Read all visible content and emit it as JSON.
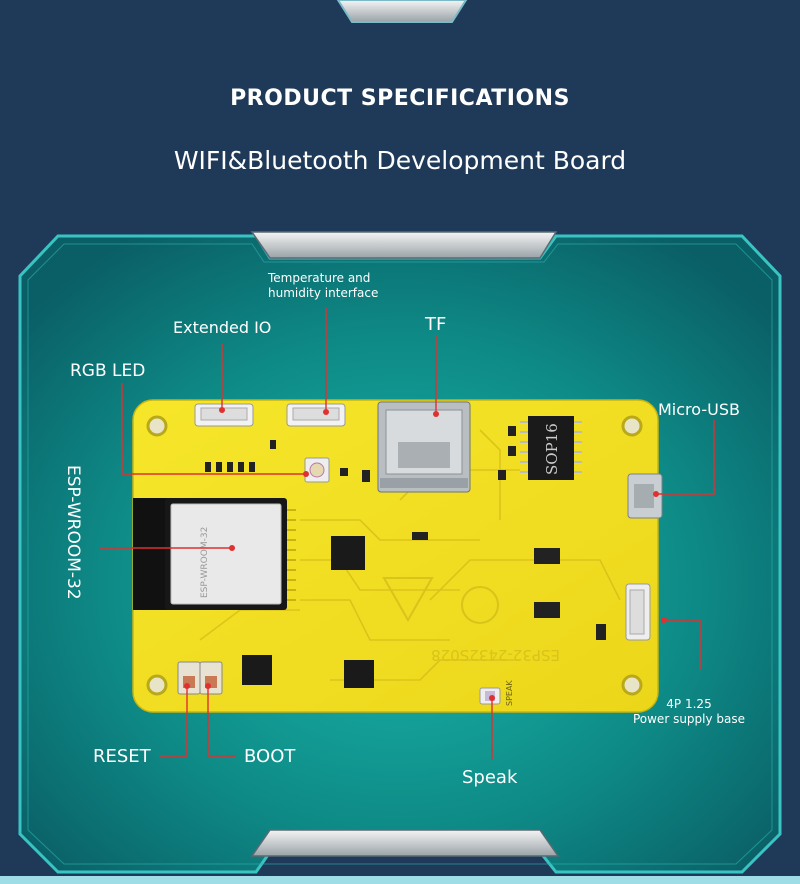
{
  "header": {
    "title": "PRODUCT SPECIFICATIONS",
    "subtitle": "WIFI&Bluetooth Development Board"
  },
  "labels": {
    "temp_line1": "Temperature and",
    "temp_line2": "humidity interface",
    "extended_io": "Extended IO",
    "tf": "TF",
    "rgb_led": "RGB LED",
    "micro_usb": "Micro-USB",
    "esp_module": "ESP-WROOM-32",
    "power_line1": "4P 1.25",
    "power_line2": "Power supply base",
    "reset": "RESET",
    "boot": "BOOT",
    "speak": "Speak"
  },
  "board": {
    "module_text": "ESP-WROOM-32",
    "sop_text": "SOP16",
    "silk_text": "ESP32-2432S028",
    "speak_silk": "SPEAK"
  },
  "colors": {
    "background": "#1f3a58",
    "panel": "#0f8d8b",
    "board": "#f2e021",
    "callout_line": "#e03030"
  }
}
